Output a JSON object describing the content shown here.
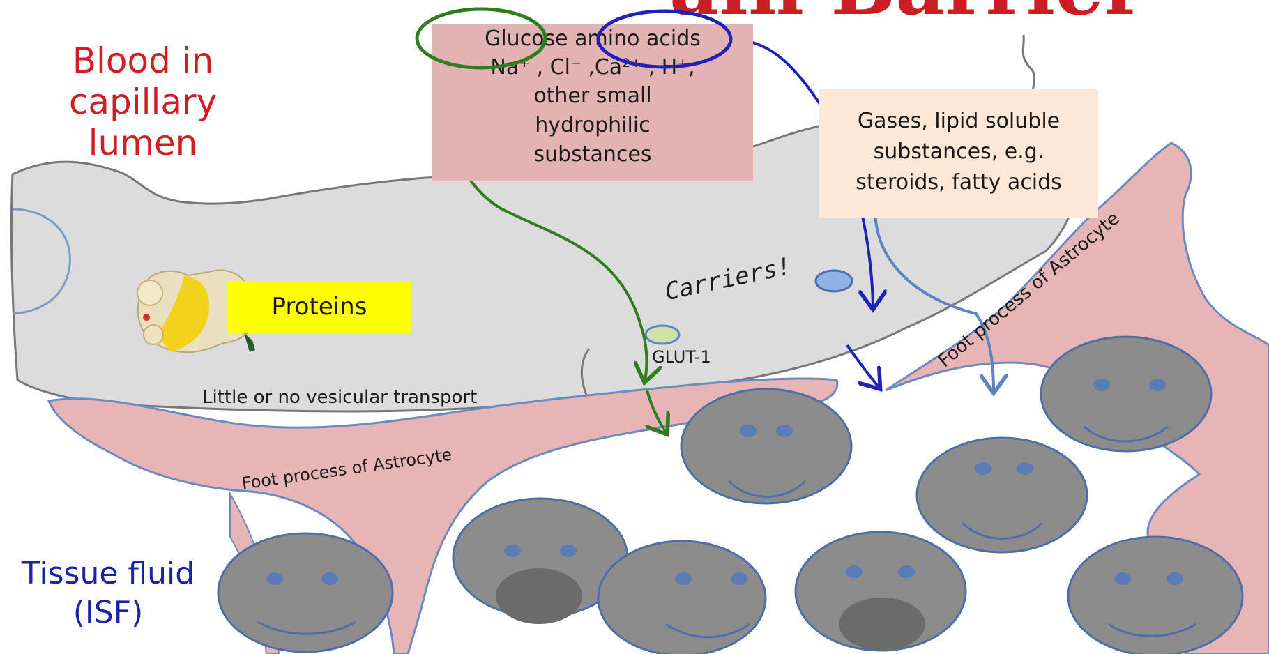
{
  "title_fragment": "ain Barrier",
  "labels": {
    "blood_lines": [
      "Blood in",
      "capillary",
      "lumen"
    ],
    "tissue_lines": [
      "Tissue fluid",
      "(ISF)"
    ],
    "small_molecules": {
      "glucose": "Glucose",
      "amino": "amino acids",
      "ions": "Na⁺ , Cl⁻ ,Ca²⁺ , H⁺,",
      "rest": [
        "other small",
        "hydrophilic",
        "substances"
      ]
    },
    "lipid_box": [
      "Gases, lipid soluble",
      "substances, e.g.",
      "steroids, fatty acids"
    ],
    "proteins": "Proteins",
    "vesicular": "Little or no vesicular transport",
    "carriers": "Carriers!",
    "glut": "GLUT-1",
    "foot_process_lower": "Foot process of Astrocyte",
    "foot_process_upper": "Foot process of Astrocyte"
  },
  "colors": {
    "blood_text": "#cf1f25",
    "tissue_text": "#1a22a6",
    "endothelium": "#dcdcdc",
    "astrocyte": "#e7b5b5",
    "neuron": "#8c8c8c",
    "green_arrow": "#2f7d1e",
    "blue_arrow": "#1f22b8",
    "light_blue_arrow": "#5b84c4",
    "proteins_bg": "#ffff00"
  },
  "icons": [
    "glucose-ellipse",
    "amino-ellipse",
    "carrier-glut1-icon",
    "carrier-blue-icon",
    "protein-blob-icon",
    "neuron-face-icon",
    "neuron-surprised-face-icon"
  ]
}
